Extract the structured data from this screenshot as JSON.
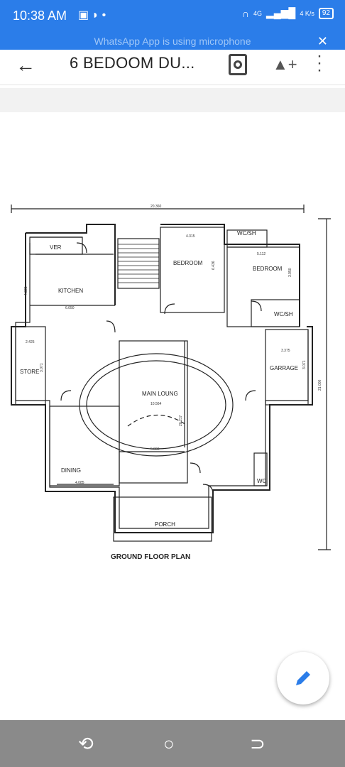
{
  "status_bar": {
    "time": "10:38 AM",
    "network": "4G",
    "speed": "4 K/s",
    "battery": "92"
  },
  "banner": {
    "text": "WhatsApp App is using microphone"
  },
  "app_bar": {
    "title": "6 BEDOOM DU..."
  },
  "plan": {
    "labels": {
      "ver": "VER",
      "kitchen": "KITCHEN",
      "bedroom1": "BEDROOM",
      "bedroom2": "BEDROOM",
      "wcsh1": "WC/SH",
      "wcsh2": "WC/SH",
      "store": "STORE",
      "garrage": "GARRAGE",
      "main_loung": "MAIN LOUNG",
      "dining": "DINING",
      "wc": "WC",
      "porch": "PORCH",
      "caption": "GROUND FLOOR PLAN"
    },
    "dims": {
      "overall_width": "20.360",
      "overall_height": "21.000",
      "bed1_w": "4.315",
      "bed1_h": "6.436",
      "bed2_w": "5.112",
      "bed2_h": "3.950",
      "kitchen_w": "6.050",
      "kitchen_h": "4.325",
      "store_w": "2.425",
      "store_h": "3.071",
      "garrage_w": "3.375",
      "garrage_h": "3.071",
      "loung_w": "10.564",
      "loung_h": "20.217",
      "loung_inner": "5.800",
      "dining_w": "4.085"
    }
  },
  "icons": {
    "back": "arrow-left-icon",
    "search": "document-search-icon",
    "drive": "drive-add-icon",
    "more": "more-vert-icon",
    "edit": "pencil-icon"
  }
}
